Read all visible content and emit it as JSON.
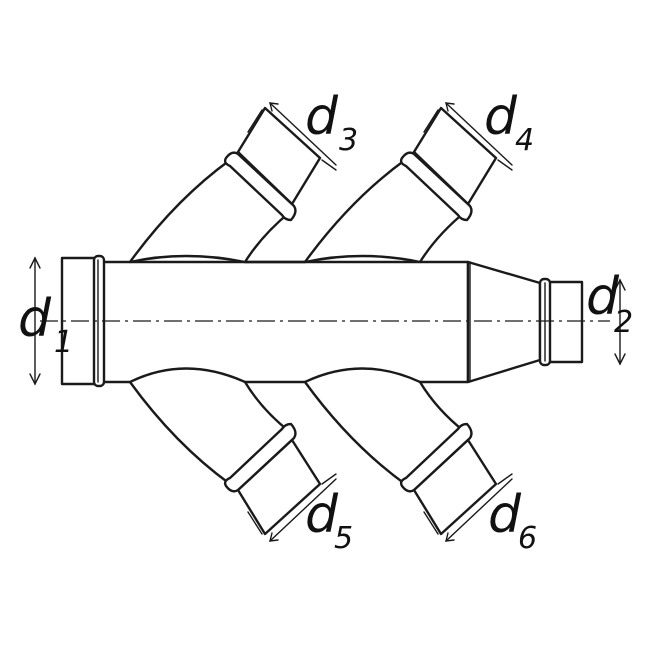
{
  "labels": [
    {
      "id": "d1",
      "main": "d",
      "sub": "1"
    },
    {
      "id": "d2",
      "main": "d",
      "sub": "2"
    },
    {
      "id": "d3",
      "main": "d",
      "sub": "3"
    },
    {
      "id": "d4",
      "main": "d",
      "sub": "4"
    },
    {
      "id": "d5",
      "main": "d",
      "sub": "5"
    },
    {
      "id": "d6",
      "main": "d",
      "sub": "6"
    }
  ],
  "colors": {
    "line": "#1a1a1a",
    "background": "#ffffff"
  }
}
